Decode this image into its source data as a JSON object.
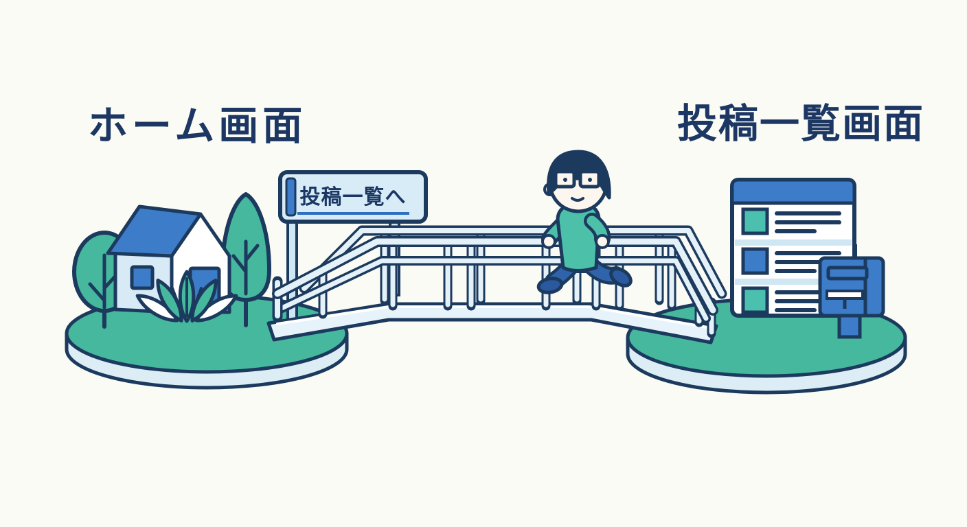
{
  "labels": {
    "home_screen": "ホーム画面",
    "post_list_screen": "投稿一覧画面",
    "sign": "投稿一覧へ"
  },
  "palette": {
    "background": "#FBFBF5",
    "outline_navy": "#1C3A5E",
    "text_navy": "#1C3763",
    "island_teal": "#45B89E",
    "island_side_blue": "#DCEDF6",
    "accent_blue": "#3C7CC8",
    "bridge_light_blue": "#E4F1F9",
    "sweater_teal": "#4DC0AA",
    "pants_blue": "#2F63AC",
    "skin": "#FDF6EE",
    "sign_underline_blue": "#2E6FC0"
  },
  "scene": {
    "left_island": {
      "title": "ホーム画面",
      "elements": [
        "house",
        "round-tree",
        "tall-tree",
        "plant"
      ]
    },
    "bridge": {
      "signboard_text": "投稿一覧へ",
      "person": "man-walking-right"
    },
    "right_island": {
      "title": "投稿一覧画面",
      "elements": [
        "post-list-board",
        "mailbox"
      ],
      "post_list_item_count": 3
    }
  }
}
